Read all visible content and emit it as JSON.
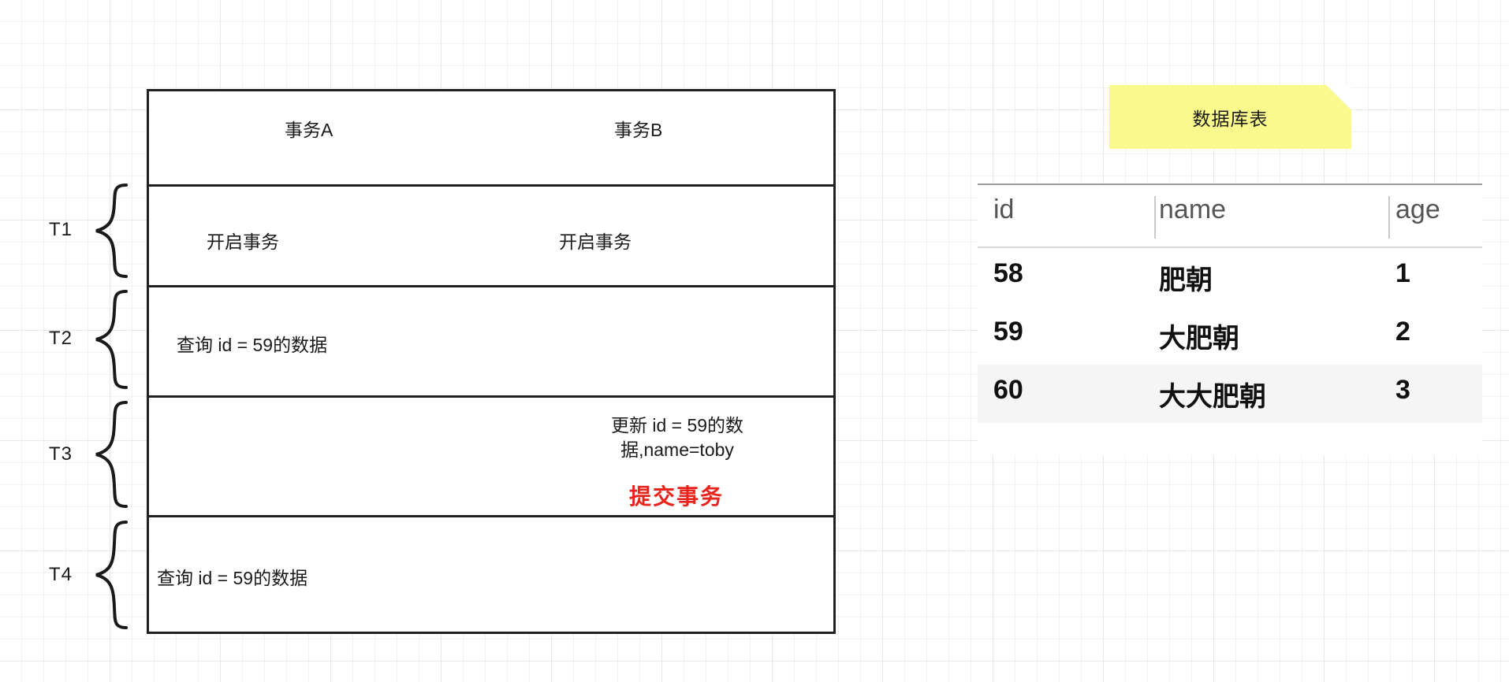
{
  "diagram": {
    "title_row": {
      "transaction_a": "事务A",
      "transaction_b": "事务B"
    },
    "time_labels": [
      "T1",
      "T2",
      "T3",
      "T4"
    ],
    "rows": [
      {
        "time": "T1",
        "left": "开启事务",
        "right": "开启事务"
      },
      {
        "time": "T2",
        "left": "查询 id = 59的数据",
        "right": ""
      },
      {
        "time": "T3",
        "left": "",
        "right": "更新 id = 59的数据,name=toby",
        "right_highlight": "提交事务"
      },
      {
        "time": "T4",
        "left": "查询 id = 59的数据",
        "right": ""
      }
    ]
  },
  "sticky_note": {
    "label": "数据库表",
    "color": "#fafa8c",
    "fold_color": "#b9bf5e"
  },
  "db_table": {
    "columns": [
      "id",
      "name",
      "age"
    ],
    "rows": [
      {
        "id": "58",
        "name": "肥朝",
        "age": "1"
      },
      {
        "id": "59",
        "name": "大肥朝",
        "age": "2"
      },
      {
        "id": "60",
        "name": "大大肥朝",
        "age": "3"
      }
    ]
  },
  "colors": {
    "commit_red": "#e8241c",
    "border_dark": "#202020",
    "grid_line": "#f2f2f2",
    "row_stripe": "#f5f5f5"
  }
}
